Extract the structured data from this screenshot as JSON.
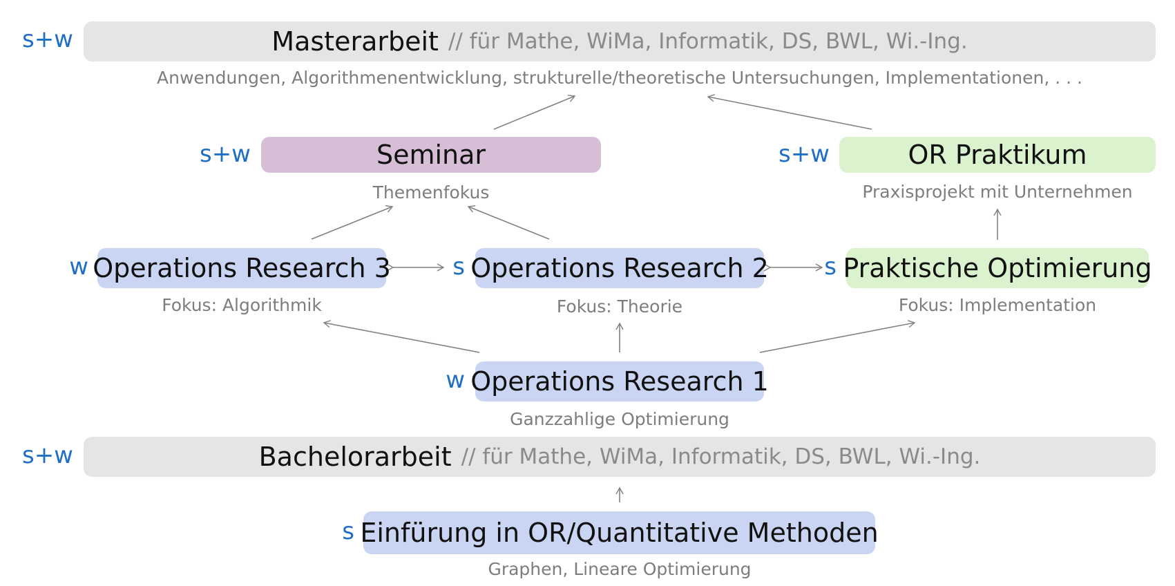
{
  "semester_colors": {
    "semester_label": "#1f6fc5",
    "text": "#111111",
    "description": "#7d7d7d",
    "arrow": "#808080"
  },
  "box_colors": {
    "thesis": "#e5e5e5",
    "course": "#c9d5f2",
    "seminar": "#d6bfd6",
    "practical": "#daf2ce"
  },
  "master": {
    "semester": "s+w",
    "title": "Masterarbeit",
    "audience": "// für Mathe, WiMa, Informatik, DS, BWL, Wi.-Ing.",
    "description": "Anwendungen, Algorithmenentwicklung, strukturelle/theoretische Untersuchungen, Implementationen, . . ."
  },
  "seminar": {
    "semester": "s+w",
    "title": "Seminar",
    "description": "Themenfokus"
  },
  "or_praktikum": {
    "semester": "s+w",
    "title": "OR Praktikum",
    "description": "Praxisprojekt mit Unternehmen"
  },
  "or3": {
    "semester": "w",
    "title": "Operations Research 3",
    "description": "Fokus: Algorithmik"
  },
  "or2": {
    "semester": "s",
    "title": "Operations Research 2",
    "description": "Fokus: Theorie"
  },
  "praktische_opt": {
    "semester": "s",
    "title": "Praktische Optimierung",
    "description": "Fokus: Implementation"
  },
  "or1": {
    "semester": "w",
    "title": "Operations Research 1",
    "description": "Ganzzahlige Optimierung"
  },
  "bachelor": {
    "semester": "s+w",
    "title": "Bachelorarbeit",
    "audience": "// für Mathe, WiMa, Informatik, DS, BWL, Wi.-Ing."
  },
  "intro": {
    "semester": "s",
    "title": "Einfürung in OR/Quantitative Methoden",
    "description": "Graphen, Lineare Optimierung"
  }
}
